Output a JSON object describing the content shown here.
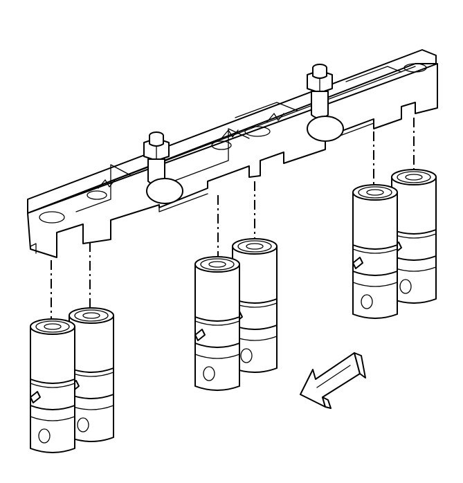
{
  "figure": {
    "subject": "valve-lifter-guide-assembly",
    "lifter_count": 6,
    "arrow_direction": "front-of-engine",
    "line_color": "#000000",
    "background": "#ffffff"
  }
}
